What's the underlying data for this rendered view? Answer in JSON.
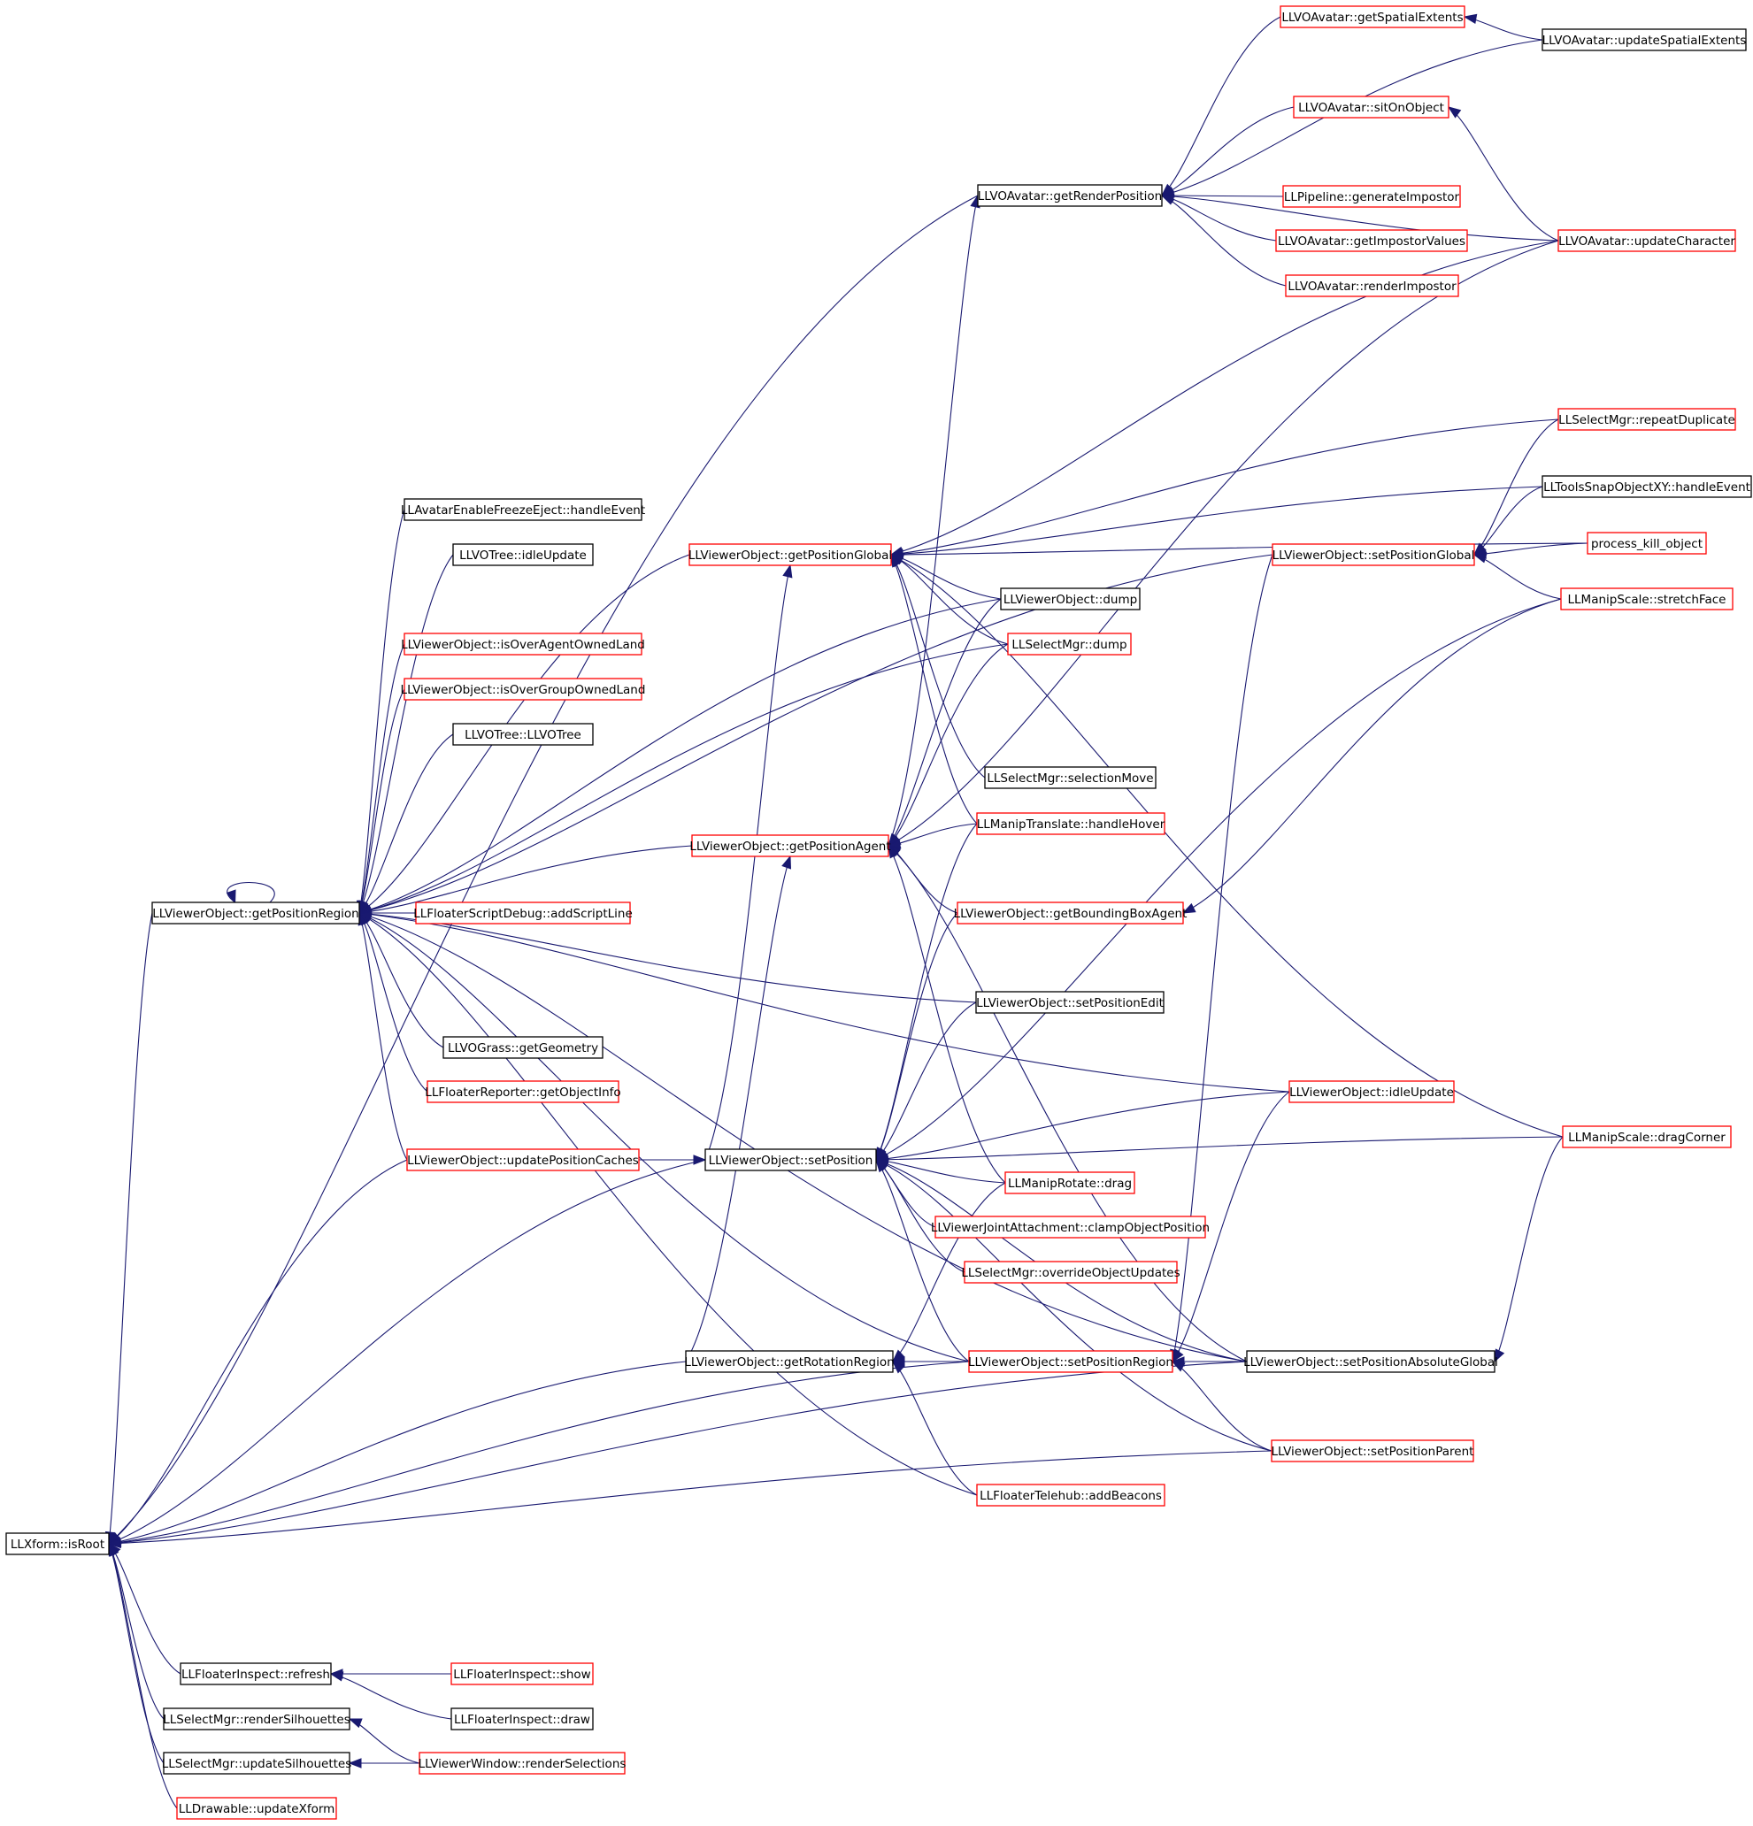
{
  "colors": {
    "edge": "#191970",
    "border_default": "#000000",
    "border_red": "#ff0000",
    "root_fill": "#bfbfbf",
    "node_fill": "#ffffff"
  },
  "root": "LLXform::isRoot",
  "nodes": {
    "isRoot": {
      "label": "LLXform::isRoot",
      "border": "black",
      "root": true
    },
    "getRenderPosition": {
      "label": "LLVOAvatar::getRenderPosition",
      "border": "black"
    },
    "getSpatialExtents": {
      "label": "LLVOAvatar::getSpatialExtents",
      "border": "red"
    },
    "updateSpatialExtents": {
      "label": "LLVOAvatar::updateSpatialExtents",
      "border": "black"
    },
    "sitOnObject": {
      "label": "LLVOAvatar::sitOnObject",
      "border": "red"
    },
    "generateImpostor": {
      "label": "LLPipeline::generateImpostor",
      "border": "red"
    },
    "getImpostorValues": {
      "label": "LLVOAvatar::getImpostorValues",
      "border": "red"
    },
    "renderImpostor": {
      "label": "LLVOAvatar::renderImpostor",
      "border": "red"
    },
    "updateCharacter": {
      "label": "LLVOAvatar::updateCharacter",
      "border": "red"
    },
    "repeatDuplicate": {
      "label": "LLSelectMgr::repeatDuplicate",
      "border": "red"
    },
    "toolsSnapHandleEvent": {
      "label": "LLToolsSnapObjectXY::handleEvent",
      "border": "black"
    },
    "avatarFreezeHandleEvent": {
      "label": "LLAvatarEnableFreezeEject::handleEvent",
      "border": "black"
    },
    "voTreeIdleUpdate": {
      "label": "LLVOTree::idleUpdate",
      "border": "black"
    },
    "getPositionGlobal": {
      "label": "LLViewerObject::getPositionGlobal",
      "border": "red"
    },
    "setPositionGlobal": {
      "label": "LLViewerObject::setPositionGlobal",
      "border": "red"
    },
    "processKillObject": {
      "label": "process_kill_object",
      "border": "red"
    },
    "voDump": {
      "label": "LLViewerObject::dump",
      "border": "black"
    },
    "stretchFace": {
      "label": "LLManipScale::stretchFace",
      "border": "red"
    },
    "isOverAgentOwnedLand": {
      "label": "LLViewerObject::isOverAgentOwnedLand",
      "border": "red"
    },
    "smDump": {
      "label": "LLSelectMgr::dump",
      "border": "red"
    },
    "isOverGroupOwnedLand": {
      "label": "LLViewerObject::isOverGroupOwnedLand",
      "border": "red"
    },
    "voTreeCtor": {
      "label": "LLVOTree::LLVOTree",
      "border": "black"
    },
    "selectionMove": {
      "label": "LLSelectMgr::selectionMove",
      "border": "black"
    },
    "handleHover": {
      "label": "LLManipTranslate::handleHover",
      "border": "red"
    },
    "getPositionAgent": {
      "label": "LLViewerObject::getPositionAgent",
      "border": "red"
    },
    "getPositionRegion": {
      "label": "LLViewerObject::getPositionRegion",
      "border": "black"
    },
    "addScriptLine": {
      "label": "LLFloaterScriptDebug::addScriptLine",
      "border": "red"
    },
    "getBoundingBoxAgent": {
      "label": "LLViewerObject::getBoundingBoxAgent",
      "border": "red"
    },
    "setPositionEdit": {
      "label": "LLViewerObject::setPositionEdit",
      "border": "black"
    },
    "getGeometry": {
      "label": "LLVOGrass::getGeometry",
      "border": "black"
    },
    "getObjectInfo": {
      "label": "LLFloaterReporter::getObjectInfo",
      "border": "red"
    },
    "voIdleUpdate": {
      "label": "LLViewerObject::idleUpdate",
      "border": "red"
    },
    "dragCorner": {
      "label": "LLManipScale::dragCorner",
      "border": "red"
    },
    "updatePositionCaches": {
      "label": "LLViewerObject::updatePositionCaches",
      "border": "red"
    },
    "setPosition": {
      "label": "LLViewerObject::setPosition",
      "border": "black"
    },
    "rotateDrag": {
      "label": "LLManipRotate::drag",
      "border": "red"
    },
    "clampObjectPosition": {
      "label": "LLViewerJointAttachment::clampObjectPosition",
      "border": "red"
    },
    "overrideObjectUpdates": {
      "label": "LLSelectMgr::overrideObjectUpdates",
      "border": "red"
    },
    "getRotationRegion": {
      "label": "LLViewerObject::getRotationRegion",
      "border": "black"
    },
    "setPositionRegion": {
      "label": "LLViewerObject::setPositionRegion",
      "border": "red"
    },
    "setPositionAbsoluteGlobal": {
      "label": "LLViewerObject::setPositionAbsoluteGlobal",
      "border": "black"
    },
    "setPositionParent": {
      "label": "LLViewerObject::setPositionParent",
      "border": "red"
    },
    "addBeacons": {
      "label": "LLFloaterTelehub::addBeacons",
      "border": "red"
    },
    "inspectRefresh": {
      "label": "LLFloaterInspect::refresh",
      "border": "black"
    },
    "inspectShow": {
      "label": "LLFloaterInspect::show",
      "border": "red"
    },
    "renderSilhouettes": {
      "label": "LLSelectMgr::renderSilhouettes",
      "border": "black"
    },
    "inspectDraw": {
      "label": "LLFloaterInspect::draw",
      "border": "black"
    },
    "updateSilhouettes": {
      "label": "LLSelectMgr::updateSilhouettes",
      "border": "black"
    },
    "renderSelections": {
      "label": "LLViewerWindow::renderSelections",
      "border": "red"
    },
    "updateXform": {
      "label": "LLDrawable::updateXform",
      "border": "red"
    }
  },
  "edges": [
    [
      "getRenderPosition",
      "isRoot"
    ],
    [
      "getPositionRegion",
      "isRoot"
    ],
    [
      "updatePositionCaches",
      "isRoot"
    ],
    [
      "setPosition",
      "isRoot"
    ],
    [
      "getRotationRegion",
      "isRoot"
    ],
    [
      "setPositionRegion",
      "isRoot"
    ],
    [
      "setPositionAbsoluteGlobal",
      "isRoot"
    ],
    [
      "setPositionParent",
      "isRoot"
    ],
    [
      "inspectRefresh",
      "isRoot"
    ],
    [
      "renderSilhouettes",
      "isRoot"
    ],
    [
      "updateSilhouettes",
      "isRoot"
    ],
    [
      "updateXform",
      "isRoot"
    ],
    [
      "updateSpatialExtents",
      "getSpatialExtents"
    ],
    [
      "getSpatialExtents",
      "getRenderPosition"
    ],
    [
      "updateSpatialExtents",
      "getRenderPosition"
    ],
    [
      "sitOnObject",
      "getRenderPosition"
    ],
    [
      "updateCharacter",
      "getRenderPosition"
    ],
    [
      "generateImpostor",
      "getRenderPosition"
    ],
    [
      "getImpostorValues",
      "getRenderPosition"
    ],
    [
      "renderImpostor",
      "getRenderPosition"
    ],
    [
      "getPositionAgent",
      "getRenderPosition"
    ],
    [
      "updateCharacter",
      "sitOnObject"
    ],
    [
      "getPositionRegion",
      "getPositionRegion"
    ],
    [
      "avatarFreezeHandleEvent",
      "getPositionRegion"
    ],
    [
      "voTreeIdleUpdate",
      "getPositionRegion"
    ],
    [
      "isOverAgentOwnedLand",
      "getPositionRegion"
    ],
    [
      "isOverGroupOwnedLand",
      "getPositionRegion"
    ],
    [
      "voTreeCtor",
      "getPositionRegion"
    ],
    [
      "getPositionGlobal",
      "getPositionRegion"
    ],
    [
      "getPositionAgent",
      "getPositionRegion"
    ],
    [
      "addScriptLine",
      "getPositionRegion"
    ],
    [
      "voDump",
      "getPositionRegion"
    ],
    [
      "smDump",
      "getPositionRegion"
    ],
    [
      "setPositionGlobal",
      "getPositionRegion"
    ],
    [
      "voIdleUpdate",
      "getPositionRegion"
    ],
    [
      "setPositionEdit",
      "getPositionRegion"
    ],
    [
      "getGeometry",
      "getPositionRegion"
    ],
    [
      "getObjectInfo",
      "getPositionRegion"
    ],
    [
      "updatePositionCaches",
      "getPositionRegion"
    ],
    [
      "setPositionRegion",
      "getPositionRegion"
    ],
    [
      "addBeacons",
      "getPositionRegion"
    ],
    [
      "setPositionAbsoluteGlobal",
      "getPositionRegion"
    ],
    [
      "updateCharacter",
      "getPositionGlobal"
    ],
    [
      "repeatDuplicate",
      "getPositionGlobal"
    ],
    [
      "toolsSnapHandleEvent",
      "getPositionGlobal"
    ],
    [
      "processKillObject",
      "getPositionGlobal"
    ],
    [
      "dragCorner",
      "getPositionGlobal"
    ],
    [
      "voDump",
      "getPositionGlobal"
    ],
    [
      "smDump",
      "getPositionGlobal"
    ],
    [
      "selectionMove",
      "getPositionGlobal"
    ],
    [
      "handleHover",
      "getPositionGlobal"
    ],
    [
      "setPosition",
      "getPositionGlobal"
    ],
    [
      "repeatDuplicate",
      "setPositionGlobal"
    ],
    [
      "toolsSnapHandleEvent",
      "setPositionGlobal"
    ],
    [
      "processKillObject",
      "setPositionGlobal"
    ],
    [
      "stretchFace",
      "setPositionGlobal"
    ],
    [
      "updateCharacter",
      "getPositionAgent"
    ],
    [
      "voDump",
      "getPositionAgent"
    ],
    [
      "smDump",
      "getPositionAgent"
    ],
    [
      "handleHover",
      "getPositionAgent"
    ],
    [
      "getBoundingBoxAgent",
      "getPositionAgent"
    ],
    [
      "setPositionAbsoluteGlobal",
      "getPositionAgent"
    ],
    [
      "rotateDrag",
      "getPositionAgent"
    ],
    [
      "getRotationRegion",
      "getPositionAgent"
    ],
    [
      "stretchFace",
      "getBoundingBoxAgent"
    ],
    [
      "updatePositionCaches",
      "setPosition"
    ],
    [
      "handleHover",
      "setPosition"
    ],
    [
      "getBoundingBoxAgent",
      "setPosition"
    ],
    [
      "setPositionEdit",
      "setPosition"
    ],
    [
      "voIdleUpdate",
      "setPosition"
    ],
    [
      "stretchFace",
      "setPosition"
    ],
    [
      "dragCorner",
      "setPosition"
    ],
    [
      "rotateDrag",
      "setPosition"
    ],
    [
      "clampObjectPosition",
      "setPosition"
    ],
    [
      "overrideObjectUpdates",
      "setPosition"
    ],
    [
      "setPositionRegion",
      "setPosition"
    ],
    [
      "setPositionAbsoluteGlobal",
      "setPosition"
    ],
    [
      "setPositionParent",
      "setPosition"
    ],
    [
      "setPositionRegion",
      "getRotationRegion"
    ],
    [
      "rotateDrag",
      "getRotationRegion"
    ],
    [
      "setPositionAbsoluteGlobal",
      "getRotationRegion"
    ],
    [
      "addBeacons",
      "getRotationRegion"
    ],
    [
      "setPositionAbsoluteGlobal",
      "setPositionRegion"
    ],
    [
      "setPositionParent",
      "setPositionRegion"
    ],
    [
      "setPositionGlobal",
      "setPositionRegion"
    ],
    [
      "voIdleUpdate",
      "setPositionRegion"
    ],
    [
      "inspectShow",
      "inspectRefresh"
    ],
    [
      "inspectDraw",
      "inspectRefresh"
    ],
    [
      "renderSelections",
      "renderSilhouettes"
    ],
    [
      "renderSelections",
      "updateSilhouettes"
    ],
    [
      "dragCorner",
      "setPositionAbsoluteGlobal"
    ]
  ]
}
